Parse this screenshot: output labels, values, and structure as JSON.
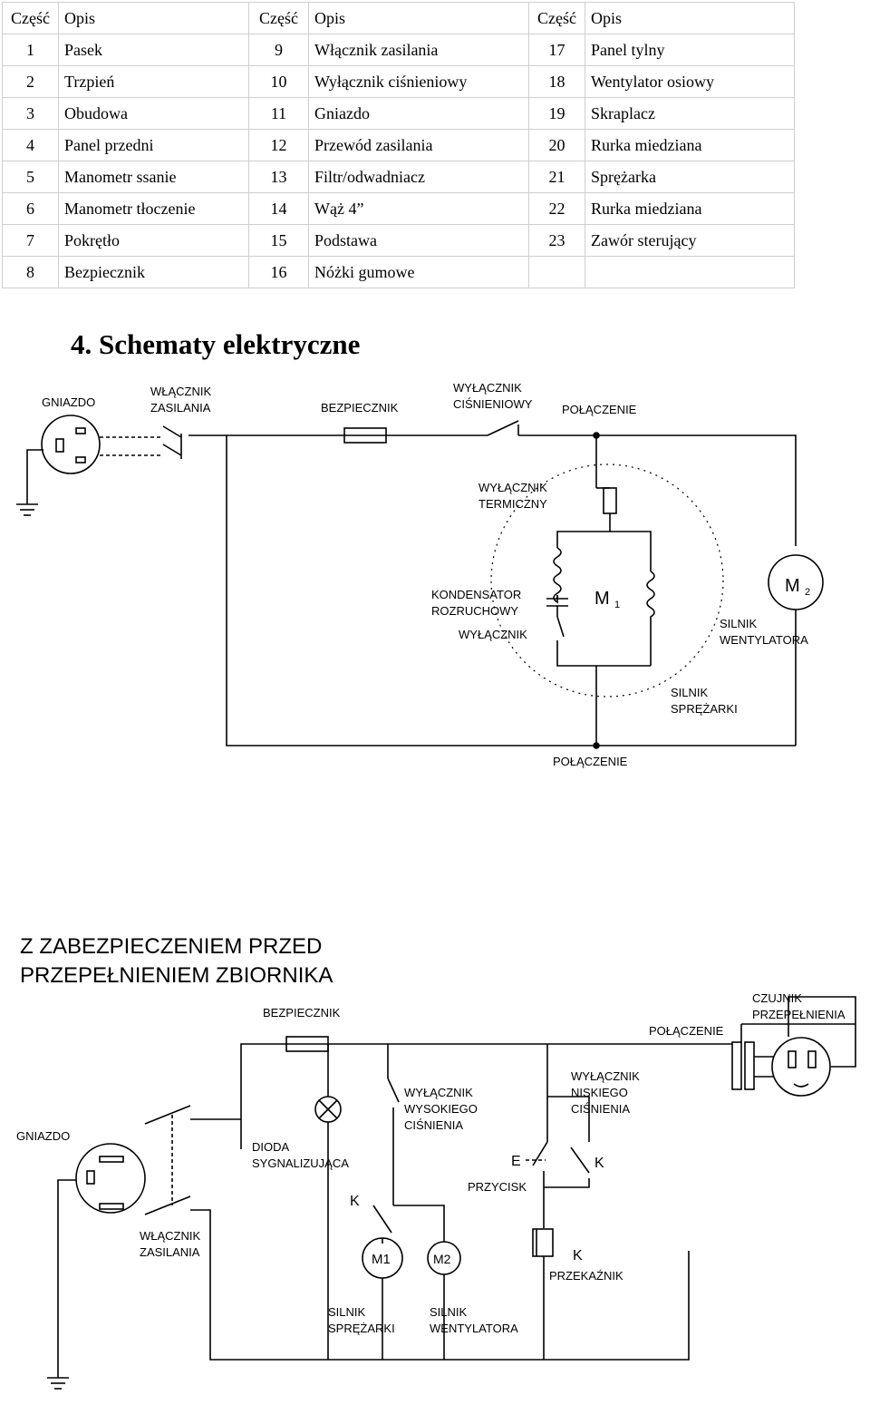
{
  "table": {
    "headers": [
      "Część",
      "Opis",
      "Część",
      "Opis",
      "Część",
      "Opis"
    ],
    "rows": [
      [
        "1",
        "Pasek",
        "9",
        "Włącznik zasilania",
        "17",
        "Panel tylny"
      ],
      [
        "2",
        "Trzpień",
        "10",
        "Wyłącznik ciśnieniowy",
        "18",
        "Wentylator osiowy"
      ],
      [
        "3",
        "Obudowa",
        "11",
        "Gniazdo",
        "19",
        "Skraplacz"
      ],
      [
        "4",
        "Panel przedni",
        "12",
        "Przewód zasilania",
        "20",
        "Rurka miedziana"
      ],
      [
        "5",
        "Manometr ssanie",
        "13",
        "Filtr/odwadniacz",
        "21",
        "Sprężarka"
      ],
      [
        "6",
        "Manometr tłoczenie",
        "14",
        "Wąż 4”",
        "22",
        "Rurka miedziana"
      ],
      [
        "7",
        "Pokrętło",
        "15",
        "Podstawa",
        "23",
        "Zawór sterujący"
      ],
      [
        "8",
        "Bezpiecznik",
        "16",
        "Nóżki gumowe",
        "",
        ""
      ]
    ]
  },
  "section_title": "4. Schematy elektryczne",
  "diagram1": {
    "gniazdo": "GNIAZDO",
    "wlacznik1": "WŁĄCZNIK",
    "wlacznik2": "ZASILANIA",
    "bezpiecznik": "BEZPIECZNIK",
    "wyl_cisn1": "WYŁĄCZNIK",
    "wyl_cisn2": "CIŚNIENIOWY",
    "polaczenie_top": "POŁĄCZENIE",
    "term1": "WYŁĄCZNIK",
    "term2": "TERMICZNY",
    "kond1": "KONDENSATOR",
    "kond2": "ROZRUCHOWY",
    "wylacznik": "WYŁĄCZNIK",
    "m1": "M",
    "m1_sub": "1",
    "m2": "M",
    "m2_sub": "2",
    "wentyl1": "SILNIK",
    "wentyl2": "WENTYLATORA",
    "spr1": "SILNIK",
    "spr2": "SPRĘŻARKI",
    "polaczenie_bottom": "POŁĄCZENIE"
  },
  "diagram2": {
    "title1": "Z ZABEZPIECZENIEM PRZED",
    "title2": "PRZEPEŁNIENIEM ZBIORNIKA",
    "bezpiecznik": "BEZPIECZNIK",
    "polaczenie": "POŁĄCZENIE",
    "czujnik1": "CZUJNIK",
    "czujnik2": "PRZEPEŁNIENIA",
    "wys1": "WYŁĄCZNIK",
    "wys2": "WYSOKIEGO",
    "wys3": "CIŚNIENIA",
    "nisk1": "WYŁĄCZNIK",
    "nisk2": "NISKIEGO",
    "nisk3": "CIŚNIENIA",
    "gniazdo": "GNIAZDO",
    "dioda1": "DIODA",
    "dioda2": "SYGNALIZUJĄCA",
    "e": "E",
    "k1": "K",
    "k2": "K",
    "k3": "K",
    "przycisk": "PRZYCISK",
    "m1": "M1",
    "m2": "M2",
    "przekaznik": "PRZEKAŹNIK",
    "wlacznik1": "WŁĄCZNIK",
    "wlacznik2": "ZASILANIA",
    "spr1": "SILNIK",
    "spr2": "SPRĘŻARKI",
    "wentyl1": "SILNIK",
    "wentyl2": "WENTYLATORA"
  }
}
